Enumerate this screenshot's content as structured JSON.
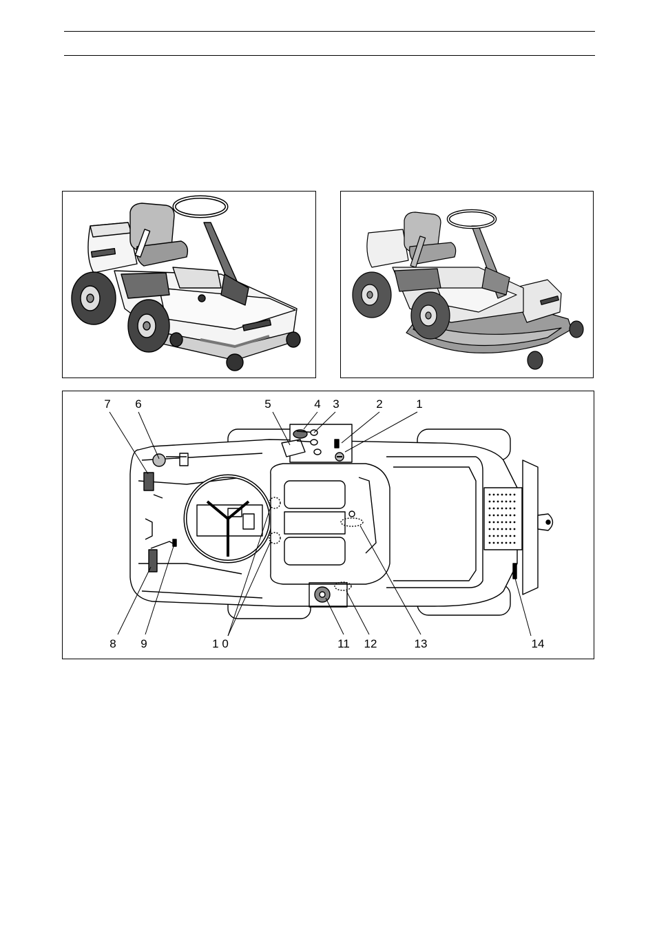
{
  "diagram": {
    "callouts": [
      {
        "key": "c1",
        "text": "1"
      },
      {
        "key": "c2",
        "text": "2"
      },
      {
        "key": "c3",
        "text": "3"
      },
      {
        "key": "c4",
        "text": "4"
      },
      {
        "key": "c5",
        "text": "5"
      },
      {
        "key": "c6",
        "text": "6"
      },
      {
        "key": "c7",
        "text": "7"
      },
      {
        "key": "c8",
        "text": "8"
      },
      {
        "key": "c9",
        "text": "9"
      },
      {
        "key": "c10",
        "text": "1 0"
      },
      {
        "key": "c11",
        "text": "11"
      },
      {
        "key": "c12",
        "text": "12"
      },
      {
        "key": "c13",
        "text": "13"
      },
      {
        "key": "c14",
        "text": "14"
      }
    ]
  },
  "colors": {
    "line": "#000000",
    "fill_light": "#f2f2f2",
    "fill_mid": "#bdbdbd",
    "fill_dark": "#6d6d6d",
    "tire": "#3a3a3a"
  }
}
